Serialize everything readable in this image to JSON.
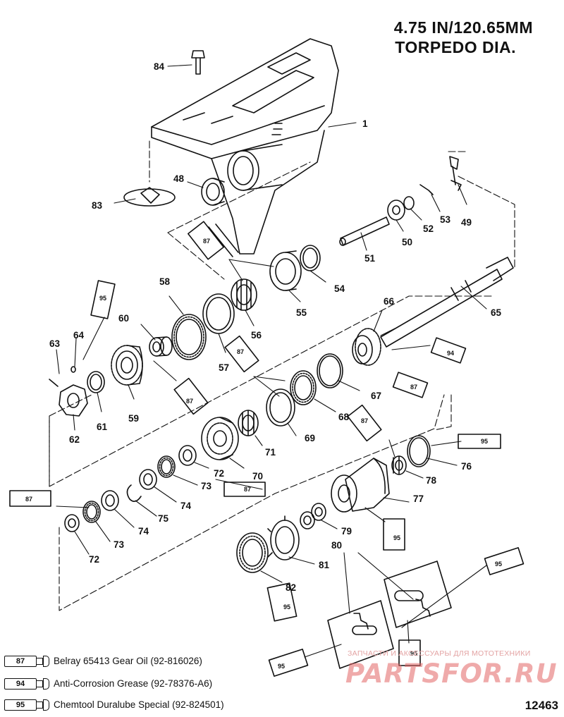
{
  "title": {
    "line1": "4.75 IN/120.65MM",
    "line2": "TORPEDO DIA."
  },
  "callouts": [
    "1",
    "48",
    "49",
    "50",
    "51",
    "52",
    "53",
    "54",
    "55",
    "56",
    "57",
    "58",
    "59",
    "60",
    "61",
    "62",
    "63",
    "64",
    "65",
    "66",
    "67",
    "68",
    "69",
    "70",
    "71",
    "72",
    "73",
    "74",
    "75",
    "76",
    "77",
    "78",
    "79",
    "80",
    "81",
    "82",
    "83",
    "84"
  ],
  "lube_tube_labels": [
    "87",
    "94",
    "95"
  ],
  "legend": [
    {
      "code": "87",
      "text": "Belray 65413 Gear Oil (92-816026)"
    },
    {
      "code": "94",
      "text": "Anti-Corrosion Grease (92-78376-A6)"
    },
    {
      "code": "95",
      "text": "Chemtool Duralube Special (92-824501)"
    }
  ],
  "watermark": {
    "small": "ЗАПЧАСТИ И АКСЕССУАРЫ ДЛЯ МОТОТЕХНИКИ",
    "big": "PARTSFOR.RU"
  },
  "drawing_number": "12463",
  "colors": {
    "ink": "#111111",
    "watermark": "#e06464",
    "background": "#ffffff"
  }
}
